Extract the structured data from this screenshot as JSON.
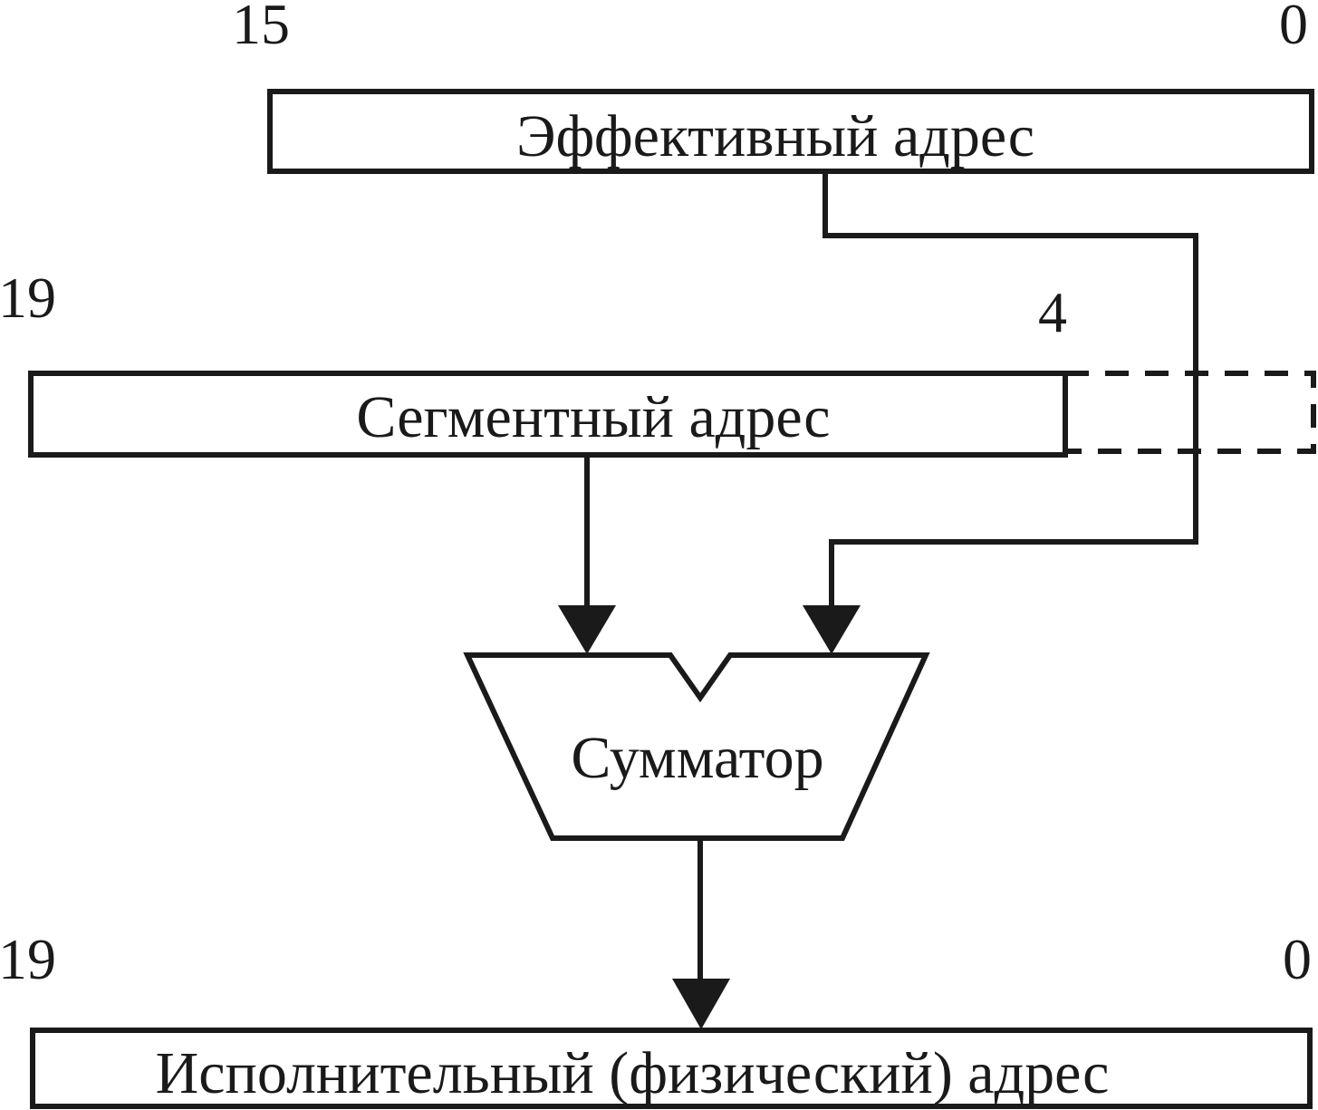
{
  "labels": {
    "effective_address": "Эффективный адрес",
    "segment_address": "Сегментный адрес",
    "adder": "Сумматор",
    "physical_address": "Исполнительный (физический) адрес"
  },
  "bit_indices": {
    "effective_high": "15",
    "effective_low": "0",
    "segment_high": "19",
    "segment_low": "4",
    "physical_high": "19",
    "physical_low": "0"
  },
  "colors": {
    "stroke": "#1a1a1a",
    "background": "#ffffff"
  }
}
